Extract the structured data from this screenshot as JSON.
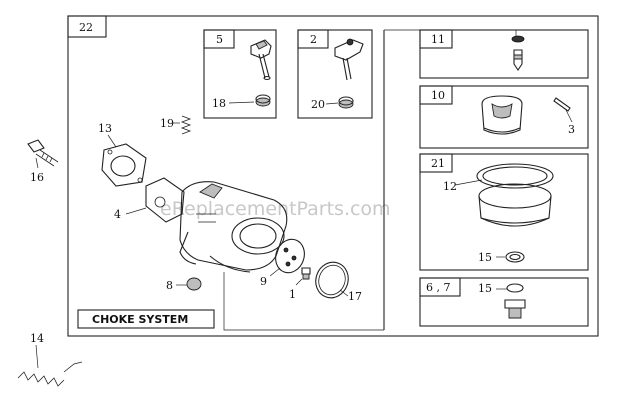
{
  "watermark": "eReplacementParts.com",
  "section_label": "CHOKE SYSTEM",
  "boxes": {
    "main": "22",
    "box_5": "5",
    "box_2": "2",
    "box_11": "11",
    "box_10": "10",
    "box_21": "21",
    "box_67": "6 , 7"
  },
  "callouts": {
    "c1": "1",
    "c3": "3",
    "c4": "4",
    "c8": "8",
    "c9": "9",
    "c12": "12",
    "c13": "13",
    "c14": "14",
    "c15a": "15",
    "c15b": "15",
    "c16": "16",
    "c17": "17",
    "c18": "18",
    "c19": "19",
    "c20": "20"
  }
}
